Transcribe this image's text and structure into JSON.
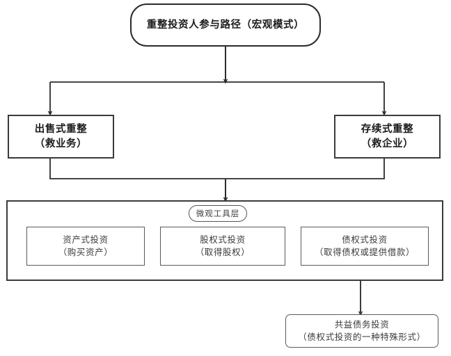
{
  "diagram": {
    "type": "flowchart",
    "title_node": {
      "name": "reorganization-investor-path",
      "text": "重整投资人参与路径（宏观模式）",
      "shape": "rounded-rectangle"
    },
    "level2": [
      {
        "name": "sale-type-reorganization",
        "text": "出售式重整\n（救业务）",
        "shape": "rectangle"
      },
      {
        "name": "going-concern-reorganization",
        "text": "存续式重整\n（救企业）",
        "shape": "rectangle"
      }
    ],
    "container": {
      "name": "micro-tool-layer",
      "badge_label": "微观工具层",
      "tools": [
        {
          "name": "asset-investment",
          "text": "资产式投资\n（购买资产）"
        },
        {
          "name": "equity-investment",
          "text": "股权式投资\n（取得股权）"
        },
        {
          "name": "debt-investment",
          "text": "债权式投资\n（取得债权或提供借款）"
        }
      ]
    },
    "bottom_node": {
      "name": "common-benefit-debt-investment",
      "text": "共益债务投资\n（债权式投资的一种特殊形式）",
      "shape": "rounded-rectangle"
    },
    "colors": {
      "background": "#ffffff",
      "stroke_dark": "#2b2b2b",
      "stroke_mid": "#3a3a3a",
      "stroke_light": "#5a5a5a",
      "text": "#1c1c1c"
    },
    "connectors": [
      {
        "name": "root-to-split",
        "from": "reorganization-investor-path",
        "to": [
          "sale-type-reorganization",
          "going-concern-reorganization"
        ],
        "style": "orthogonal-split-with-arrowheads"
      },
      {
        "name": "level2-to-micro-layer",
        "from": [
          "sale-type-reorganization",
          "going-concern-reorganization"
        ],
        "to": "micro-tool-layer",
        "style": "orthogonal-merge-with-arrowhead"
      },
      {
        "name": "debt-to-common-benefit",
        "from": "debt-investment",
        "to": "common-benefit-debt-investment",
        "style": "straight-vertical-with-arrowhead"
      }
    ]
  }
}
